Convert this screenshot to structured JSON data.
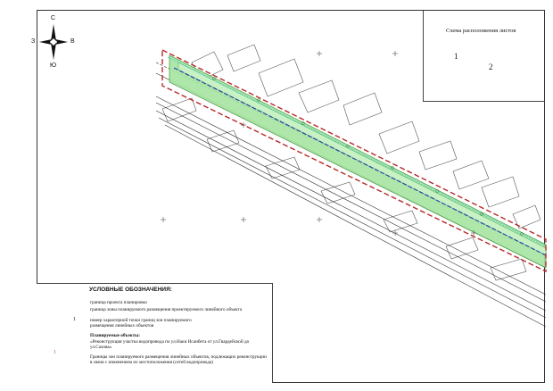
{
  "compass": {
    "north": "С",
    "south": "Ю",
    "west": "З",
    "east": "В"
  },
  "inset": {
    "title": "Схема расположения листов",
    "sheet_1": "1",
    "sheet_2": "2"
  },
  "legend": {
    "title": "УСЛОВНЫЕ ОБОЗНАЧЕНИЯ:",
    "items": [
      {
        "label": "граница проекта планировки",
        "symbol": "red-dashed-line"
      },
      {
        "label": "граница зоны планируемого размещения проектируемого линейного объекта",
        "symbol": "green-fill"
      },
      {
        "label": "номер характерной точки границ зон планируемого размещения линейных объектов",
        "symbol": "green-point",
        "point_number": "1"
      },
      {
        "label": "Планируемые объекты:",
        "symbol": "heading"
      },
      {
        "label": "«Реконструкция участка водопровода по ул.Наки Исанбета от ул.Гвардейской до ул.Сахова»",
        "symbol": "blue-dashed-line"
      },
      {
        "label": "Границы зон планируемого размещения линейных объектов, подлежащих реконструкции в связи с изменением их местоположения (сетей водопровода)",
        "symbol": "cyan-dotted-line",
        "point_number": "1"
      }
    ]
  },
  "colors": {
    "planning_border": "#b52a2a",
    "zone_fill": "#a6e5a0",
    "zone_edge": "#3c9a3c",
    "water_main": "#2244aa",
    "relocation_border": "#2cc0d8",
    "relocation_marker": "#c040c0"
  }
}
